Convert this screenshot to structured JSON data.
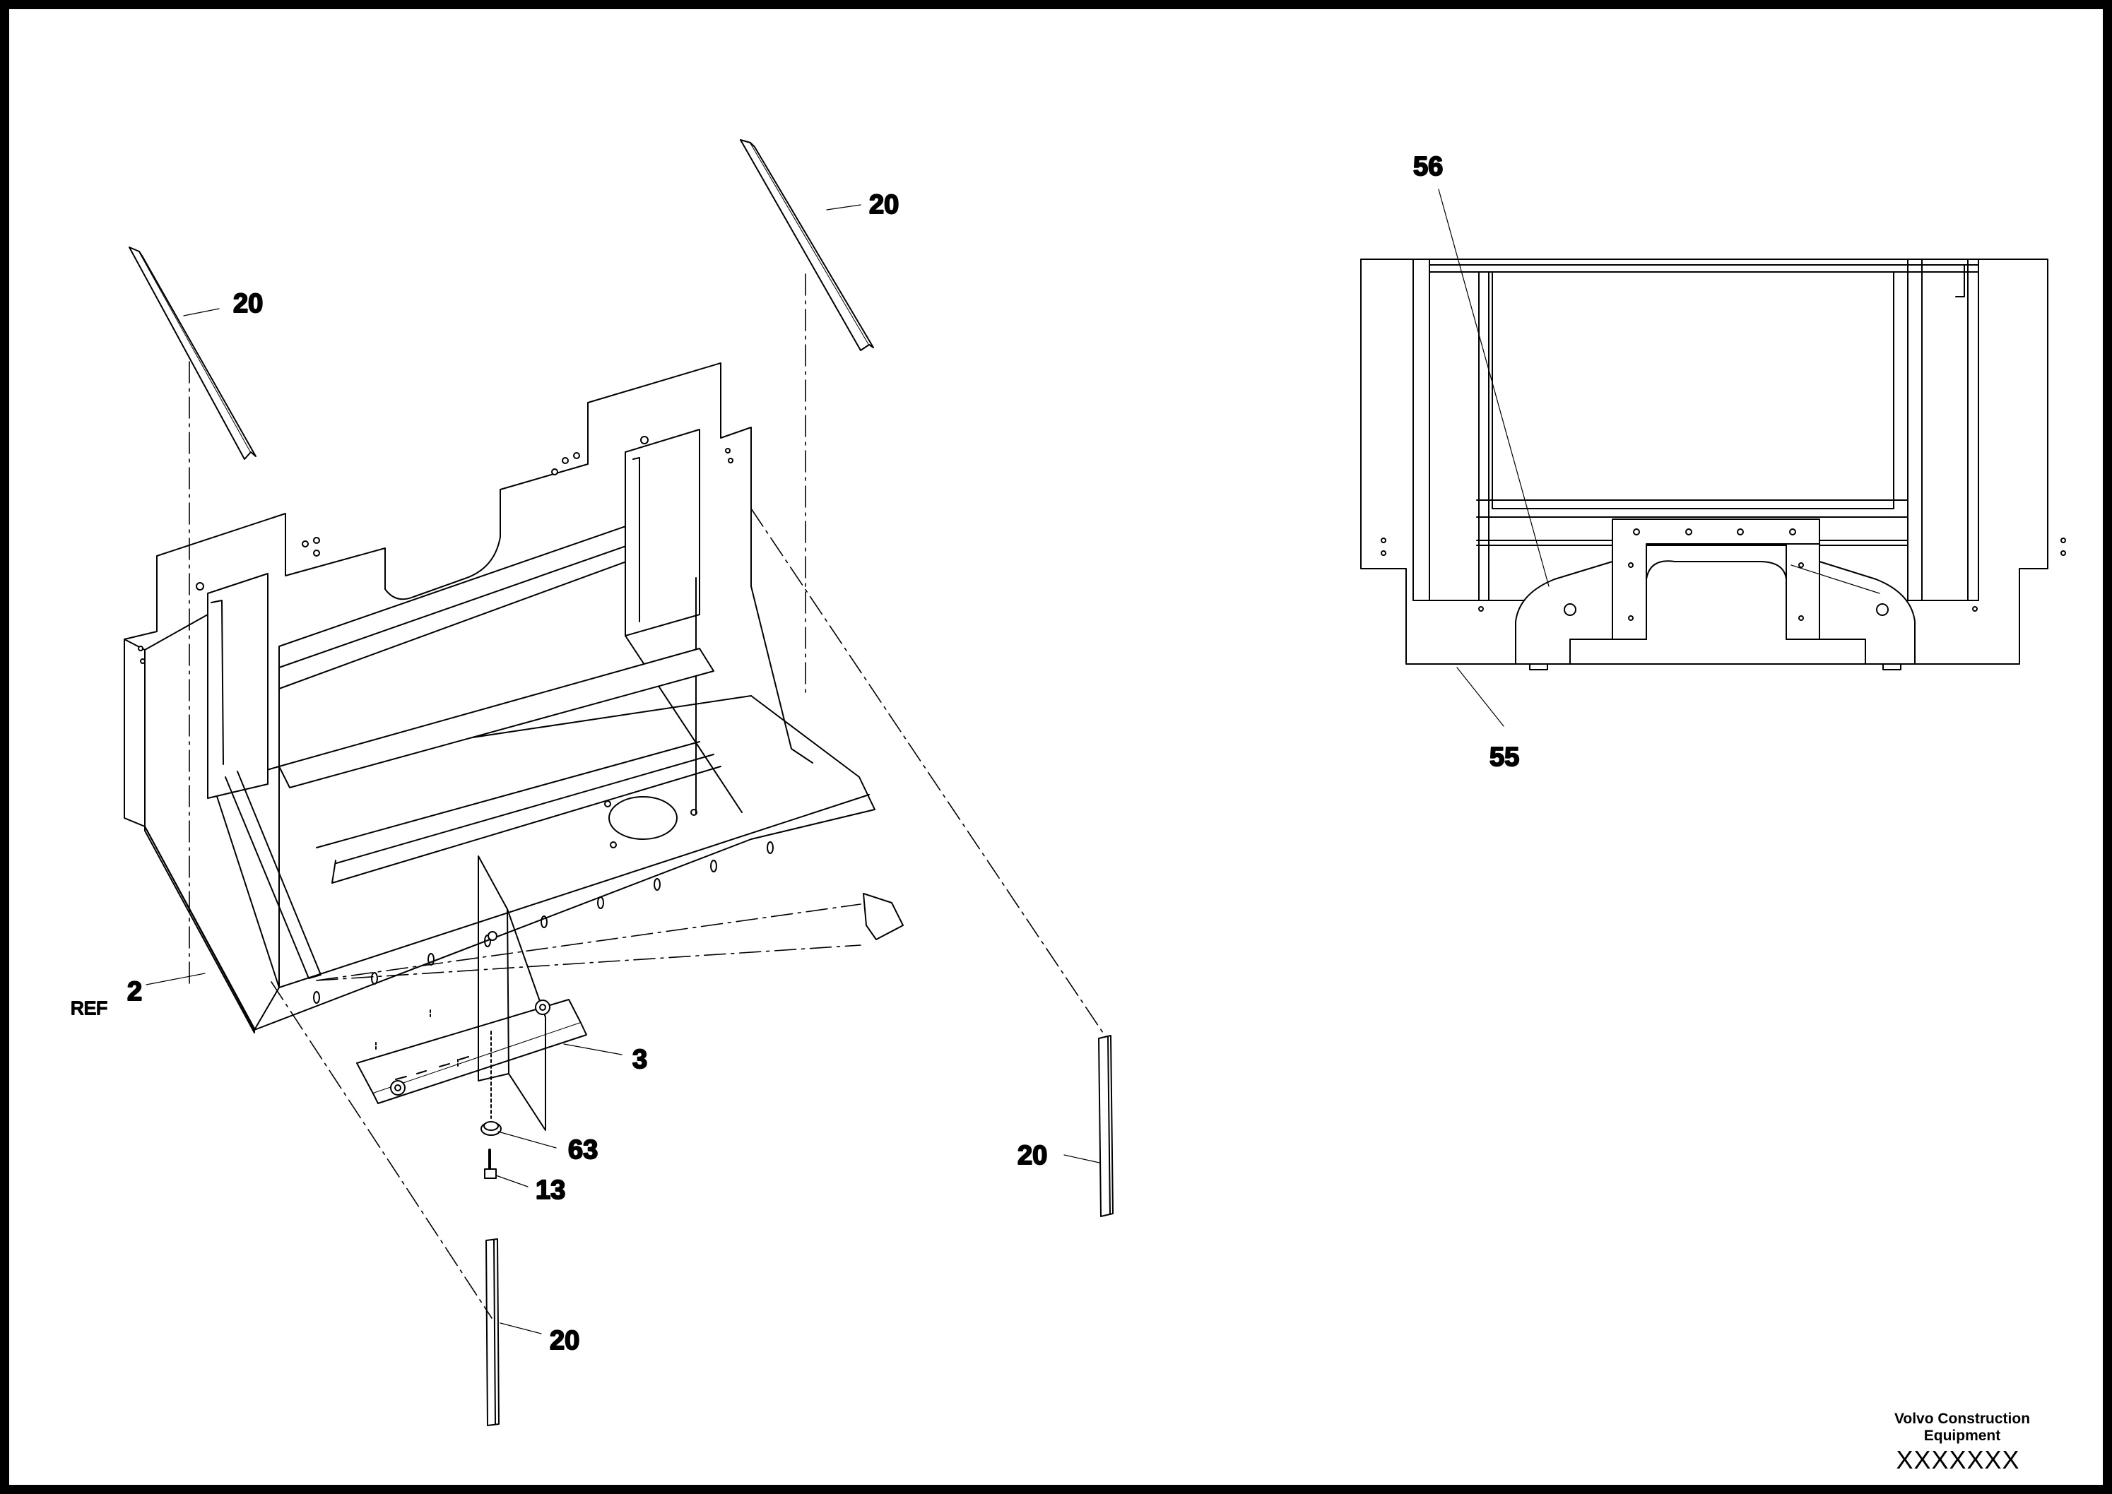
{
  "callouts": {
    "c20_top_left": "20",
    "c20_top_right": "20",
    "c20_right_bottom": "20",
    "c20_bottom": "20",
    "c2": "2",
    "c3": "3",
    "c63": "63",
    "c13": "13",
    "c56": "56",
    "c55": "55"
  },
  "ref_label": "REF",
  "title_block": {
    "company": "Volvo Construction Equipment",
    "drawing_number": "XXXXXXX"
  }
}
